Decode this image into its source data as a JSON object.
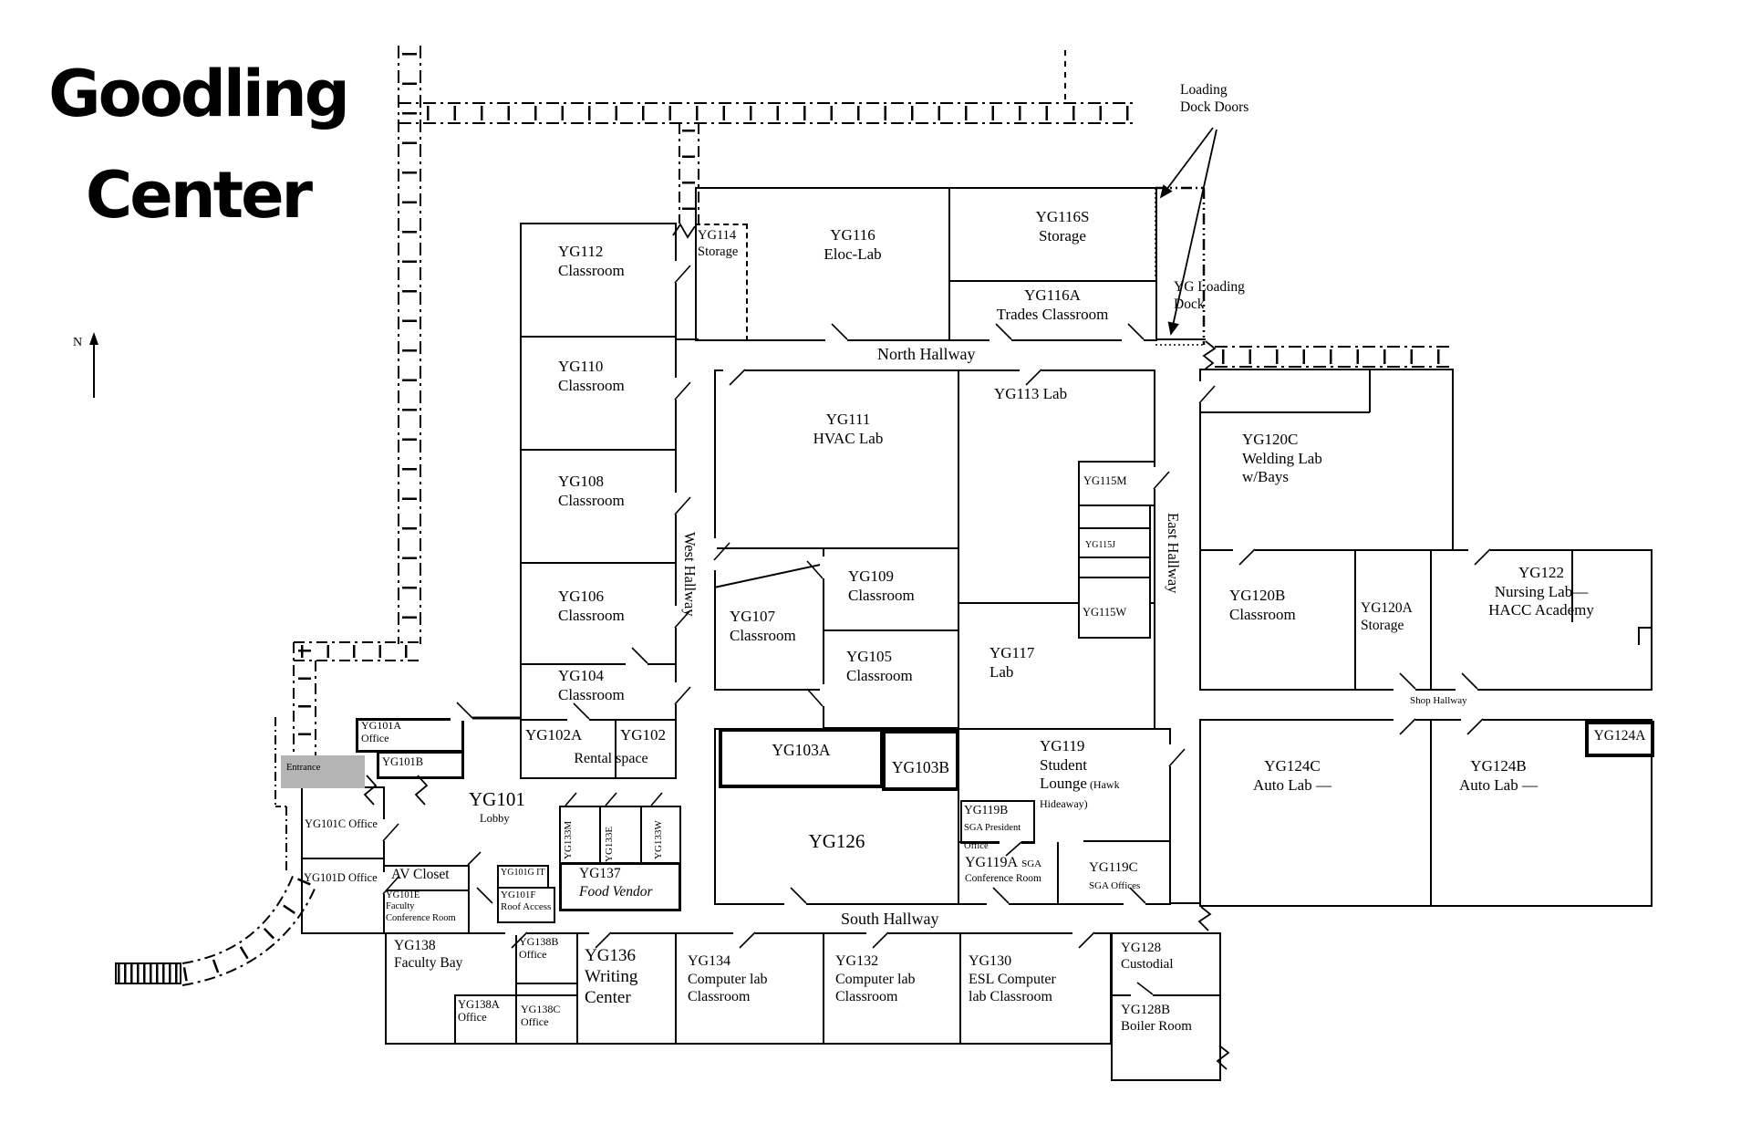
{
  "title": "Goodling\nCenter",
  "compass": {
    "label": "N"
  },
  "hallways": {
    "north": "North Hallway",
    "south": "South Hallway",
    "west": "West Hallway",
    "east": "East Hallway",
    "shop": "Shop Hallway"
  },
  "annotations": {
    "loading_dock_doors": "Loading\nDock Doors",
    "yg_loading_dock": "YG Loading\nDock",
    "entrance": "Entrance"
  },
  "rooms": {
    "yg112": "YG112\nClassroom",
    "yg110": "YG110\nClassroom",
    "yg108": "YG108\nClassroom",
    "yg106": "YG106\nClassroom",
    "yg104": "YG104\nClassroom",
    "yg102a": "YG102A",
    "yg102": "YG102",
    "rental": "Rental space",
    "yg114": "YG114\nStorage",
    "yg116": "YG116\nEloc-Lab",
    "yg116s": "YG116S\nStorage",
    "yg116a": "YG116A\nTrades Classroom",
    "yg111": "YG111\nHVAC Lab",
    "yg113": "YG113  Lab",
    "yg115m": "YG115M",
    "yg115j": "YG115J",
    "yg115w": "YG115W",
    "yg109": "YG109\nClassroom",
    "yg107": "YG107\nClassroom",
    "yg105": "YG105\nClassroom",
    "yg117": "YG117\nLab",
    "yg120c": "YG120C\nWelding Lab\nw/Bays",
    "yg120b": "YG120B\nClassroom",
    "yg120a": "YG120A\nStorage",
    "yg122": "YG122\nNursing Lab—\nHACC Academy",
    "yg124a": "YG124A",
    "yg124c": "YG124C\nAuto Lab —",
    "yg124b": "YG124B\nAuto Lab —",
    "yg103a": "YG103A",
    "yg103b": "YG103B",
    "yg126": "YG126",
    "yg119": {
      "main": "YG119\nStudent\nLounge",
      "sub": " (Hawk Hideaway)"
    },
    "yg119b": {
      "code": "YG119B",
      "sub": "SGA President\nOffice"
    },
    "yg119a": {
      "code": "YG119A",
      "tag": "SGA",
      "sub": "Conference Room"
    },
    "yg119c": {
      "code": "YG119C",
      "sub": "SGA Offices"
    },
    "yg101": {
      "code": "YG101",
      "sub": "Lobby"
    },
    "yg101a": "YG101A\nOffice",
    "yg101b": "YG101B",
    "yg101c": "YG101C  Office",
    "yg101d": "YG101D Office",
    "av_closet": "AV Closet",
    "yg101e": "YG101E\nFaculty\nConference Room",
    "yg101g": "YG101G  IT",
    "yg101f": "YG101F\nRoof Access",
    "yg137": {
      "code": "YG137",
      "sub": "Food Vendor"
    },
    "yg133m": "YG133M",
    "yg133e": "YG133E",
    "yg133w": "YG133W",
    "yg138": "YG138\nFaculty Bay",
    "yg138b": "YG138B\nOffice",
    "yg138a": "YG138A\nOffice",
    "yg138c": "YG138C\nOffice",
    "yg136": "YG136\nWriting\nCenter",
    "yg134": "YG134\nComputer lab\nClassroom",
    "yg132": "YG132\nComputer lab\nClassroom",
    "yg130": "YG130\nESL Computer\nlab Classroom",
    "yg128": "YG128\nCustodial",
    "yg128b": "YG128B\nBoiler Room"
  },
  "colors": {
    "wall": "#000000",
    "entrance_fill": "#b4b4b4",
    "background": "#ffffff"
  }
}
